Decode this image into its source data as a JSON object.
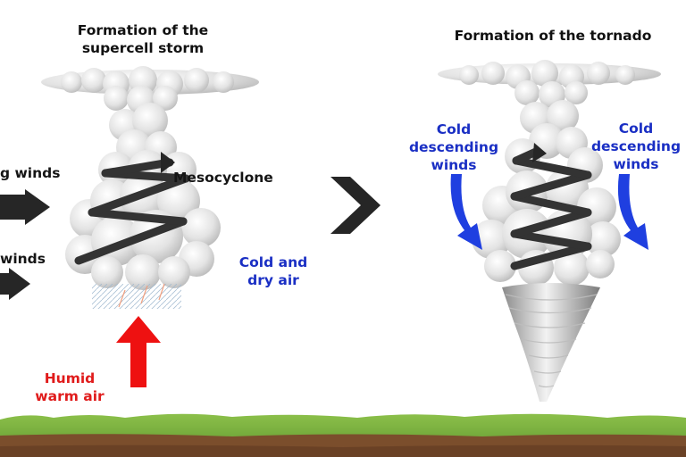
{
  "left_panel": {
    "title_line1": "Formation of the",
    "title_line2": "supercell storm",
    "wind_upper": "g winds",
    "wind_lower": "winds",
    "mesocyclone": "Mesocyclone",
    "cold_dry_line1": "Cold and",
    "cold_dry_line2": "dry air",
    "humid_line1": "Humid",
    "humid_line2": "warm air"
  },
  "right_panel": {
    "title": "Formation of the tornado",
    "cold_left_line1": "Cold",
    "cold_left_line2": "descending",
    "cold_left_line3": "winds",
    "cold_right_line1": "Cold",
    "cold_right_line2": "descending",
    "cold_right_line3": "winds"
  },
  "colors": {
    "label_blue": "#1a2fc4",
    "label_red": "#e01b1b",
    "arrow_blue": "#1f3fe0",
    "arrow_red": "#ee1111",
    "arrow_dark": "#262626",
    "ground_green": "#6aa33a",
    "soil_brown": "#7b4e2c"
  }
}
